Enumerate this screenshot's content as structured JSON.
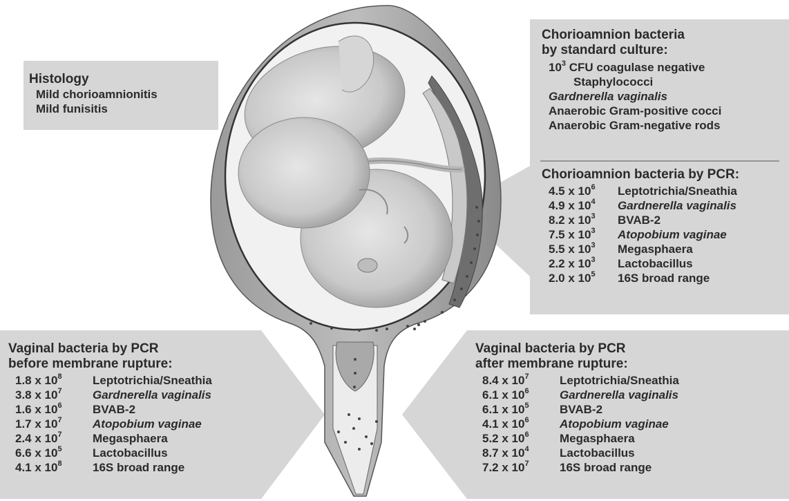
{
  "histology": {
    "title": "Histology",
    "items": [
      "Mild chorioamnionitis",
      "Mild funisitis"
    ]
  },
  "culture": {
    "title_line1": "Chorioamnion bacteria",
    "title_line2": "by standard culture:",
    "cfu_base": "10",
    "cfu_exp": "3",
    "cfu_rest": " CFU coagulase negative",
    "cfu_line2": "Staphylococci",
    "items": [
      "Gardnerella vaginalis",
      "Anaerobic Gram-positive cocci",
      "Anaerobic Gram-negative rods"
    ]
  },
  "chorio_pcr": {
    "title": "Chorioamnion bacteria by PCR:",
    "rows": [
      {
        "base": "4.5 x 10",
        "exp": "6",
        "organism": "Leptotrichia/Sneathia"
      },
      {
        "base": "4.9 x 10",
        "exp": "4",
        "organism": "Gardnerella vaginalis"
      },
      {
        "base": "8.2 x 10",
        "exp": "3",
        "organism": "BVAB-2"
      },
      {
        "base": "7.5 x 10",
        "exp": "3",
        "organism": "Atopobium vaginae"
      },
      {
        "base": "5.5 x 10",
        "exp": "3",
        "organism": "Megasphaera"
      },
      {
        "base": "2.2 x 10",
        "exp": "3",
        "organism": "Lactobacillus"
      },
      {
        "base": "2.0 x 10",
        "exp": "5",
        "organism": "16S broad range"
      }
    ]
  },
  "vaginal_before": {
    "title_line1": "Vaginal bacteria by PCR",
    "title_line2": "before membrane rupture:",
    "rows": [
      {
        "base": "1.8 x 10",
        "exp": "8",
        "organism": "Leptotrichia/Sneathia"
      },
      {
        "base": "3.8 x 10",
        "exp": "7",
        "organism": "Gardnerella vaginalis"
      },
      {
        "base": "1.6 x 10",
        "exp": "6",
        "organism": "BVAB-2"
      },
      {
        "base": "1.7 x 10",
        "exp": "7",
        "organism": "Atopobium vaginae"
      },
      {
        "base": "2.4 x 10",
        "exp": "7",
        "organism": "Megasphaera"
      },
      {
        "base": "6.6 x 10",
        "exp": "5",
        "organism": "Lactobacillus"
      },
      {
        "base": "4.1 x 10",
        "exp": "8",
        "organism": "16S broad range"
      }
    ]
  },
  "vaginal_after": {
    "title_line1": "Vaginal bacteria by PCR",
    "title_line2": "after membrane rupture:",
    "rows": [
      {
        "base": "8.4 x 10",
        "exp": "7",
        "organism": "Leptotrichia/Sneathia"
      },
      {
        "base": "6.1 x 10",
        "exp": "6",
        "organism": "Gardnerella vaginalis"
      },
      {
        "base": "6.1 x 10",
        "exp": "5",
        "organism": "BVAB-2"
      },
      {
        "base": "4.1 x 10",
        "exp": "6",
        "organism": "Atopobium vaginae"
      },
      {
        "base": "5.2 x 10",
        "exp": "6",
        "organism": "Megasphaera"
      },
      {
        "base": "8.7 x 10",
        "exp": "4",
        "organism": "Lactobacillus"
      },
      {
        "base": "7.2 x 10",
        "exp": "7",
        "organism": "16S broad range"
      }
    ]
  },
  "italic_organisms": [
    "Gardnerella vaginalis",
    "Atopobium vaginae"
  ]
}
